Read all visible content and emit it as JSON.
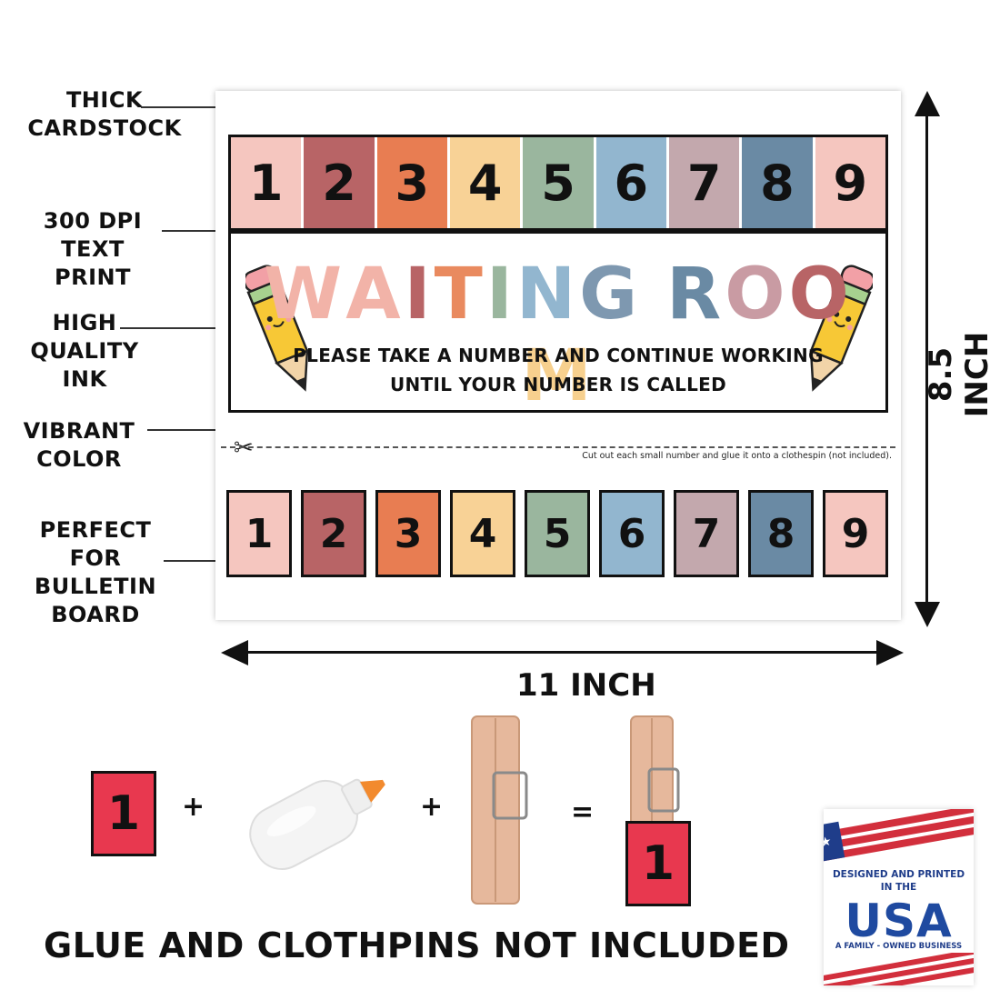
{
  "side_labels": [
    {
      "id": "thick-cardstock",
      "lines": [
        "THICK",
        "CARDSTOCK"
      ]
    },
    {
      "id": "300-dpi",
      "lines": [
        "300 DPI",
        "TEXT PRINT"
      ]
    },
    {
      "id": "high-quality-ink",
      "lines": [
        "HIGH",
        "QUALITY",
        "INK"
      ]
    },
    {
      "id": "vibrant-color",
      "lines": [
        "VIBRANT",
        "COLOR"
      ]
    },
    {
      "id": "bulletin-board",
      "lines": [
        "PERFECT",
        "FOR",
        "BULLETIN",
        "BOARD"
      ]
    }
  ],
  "numbers": [
    "1",
    "2",
    "3",
    "4",
    "5",
    "6",
    "7",
    "8",
    "9"
  ],
  "number_colors": [
    "#f5c6bf",
    "#b86466",
    "#e87d52",
    "#f8d296",
    "#9ab69e",
    "#92b6cf",
    "#c3a8ad",
    "#6a8aa4",
    "#f5c6bf"
  ],
  "title": {
    "letters": [
      "W",
      "A",
      "I",
      "T",
      "I",
      "N",
      "G",
      " ",
      "R",
      "O",
      "O",
      "M"
    ],
    "letter_colors": [
      "#f2b3a8",
      "#f2b3a8",
      "#b86466",
      "#e98a5f",
      "#9ab69e",
      "#92b6cf",
      "#7e98b0",
      "#ffffff",
      "#6a8aa4",
      "#c99ba3",
      "#b86466",
      "#f7d08e"
    ]
  },
  "instructions": {
    "line1": "PLEASE TAKE A NUMBER AND CONTINUE WORKING",
    "line2": "UNTIL YOUR NUMBER IS CALLED"
  },
  "cut_note": "Cut out each small number and glue it onto a clothespin (not included).",
  "scissors_icon": "✂",
  "measure": {
    "height": "8.5 INCH",
    "width": "11 INCH"
  },
  "equation": {
    "card_number": "1",
    "plus": "+",
    "equals": "=",
    "card_color": "#e8384f"
  },
  "footer_text": "GLUE AND CLOTHPINS NOT  INCLUDED",
  "badge": {
    "line1": "DESIGNED AND PRINTED",
    "line2": "IN THE",
    "usa": "USA",
    "line3": "A FAMILY - OWNED BUSINESS"
  }
}
